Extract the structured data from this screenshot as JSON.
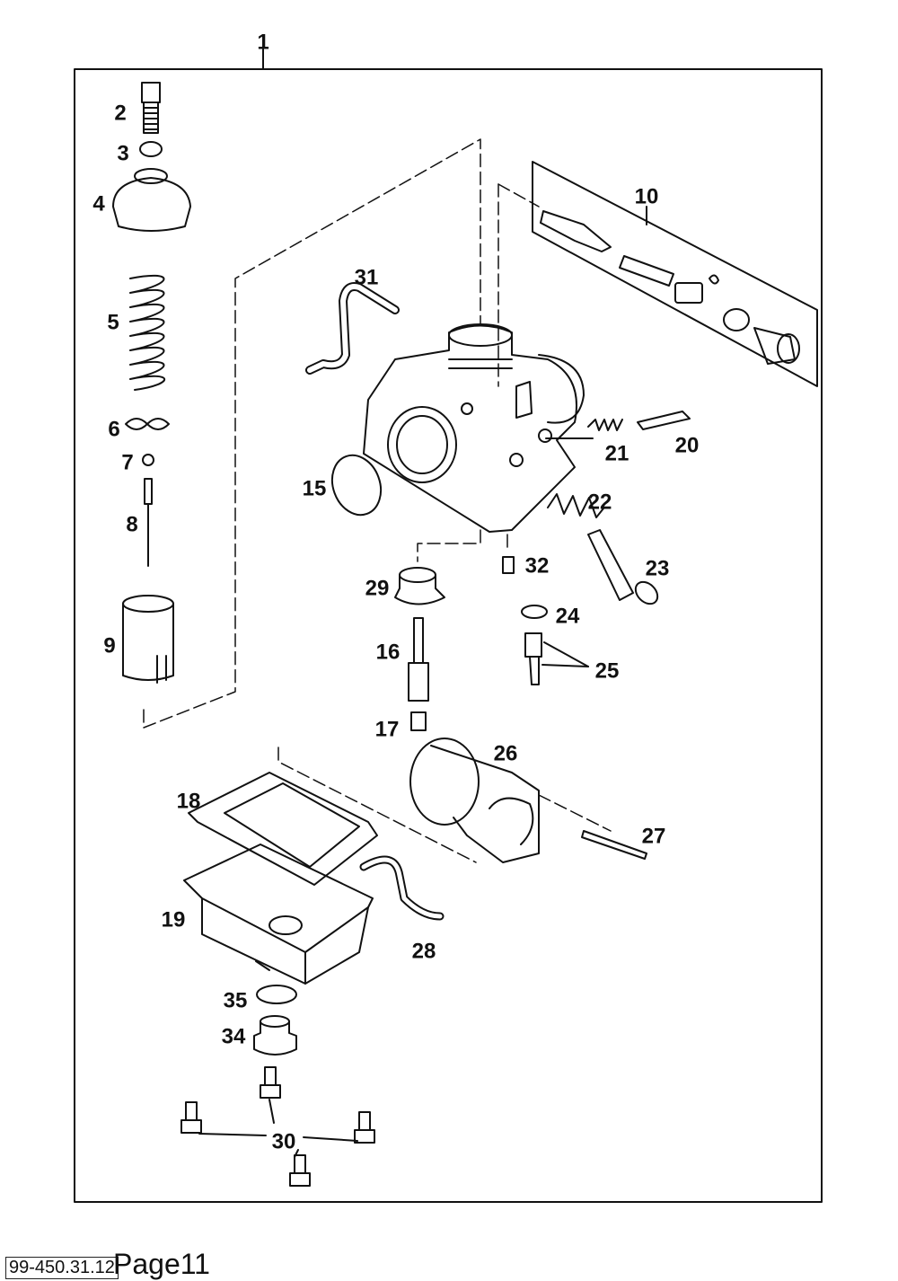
{
  "diagram": {
    "callouts": [
      {
        "id": "1",
        "text": "1"
      },
      {
        "id": "2",
        "text": "2"
      },
      {
        "id": "3",
        "text": "3"
      },
      {
        "id": "4",
        "text": "4"
      },
      {
        "id": "5",
        "text": "5"
      },
      {
        "id": "6",
        "text": "6"
      },
      {
        "id": "7",
        "text": "7"
      },
      {
        "id": "8",
        "text": "8"
      },
      {
        "id": "9",
        "text": "9"
      },
      {
        "id": "10",
        "text": "10"
      },
      {
        "id": "15",
        "text": "15"
      },
      {
        "id": "16",
        "text": "16"
      },
      {
        "id": "17",
        "text": "17"
      },
      {
        "id": "18",
        "text": "18"
      },
      {
        "id": "19",
        "text": "19"
      },
      {
        "id": "20",
        "text": "20"
      },
      {
        "id": "21",
        "text": "21"
      },
      {
        "id": "22",
        "text": "22"
      },
      {
        "id": "23",
        "text": "23"
      },
      {
        "id": "24",
        "text": "24"
      },
      {
        "id": "25",
        "text": "25"
      },
      {
        "id": "26",
        "text": "26"
      },
      {
        "id": "27",
        "text": "27"
      },
      {
        "id": "28",
        "text": "28"
      },
      {
        "id": "29",
        "text": "29"
      },
      {
        "id": "30",
        "text": "30"
      },
      {
        "id": "31",
        "text": "31"
      },
      {
        "id": "32",
        "text": "32"
      },
      {
        "id": "34",
        "text": "34"
      },
      {
        "id": "35",
        "text": "35"
      }
    ]
  },
  "footer": {
    "drawing_code": "99-450.31.12",
    "page_label": "Page11"
  }
}
